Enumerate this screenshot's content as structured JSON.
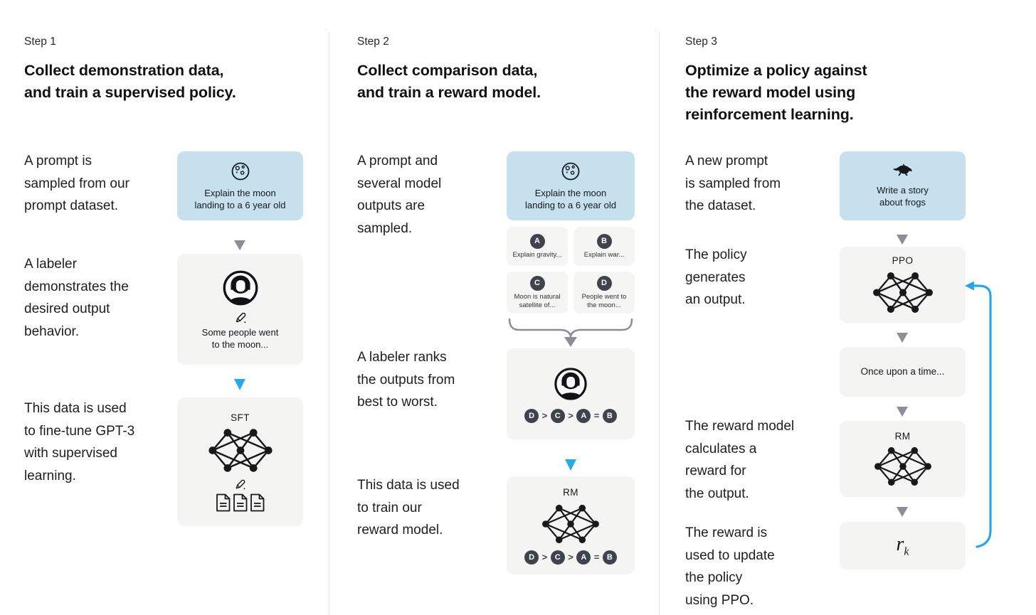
{
  "colors": {
    "prompt_box": "#c6e1ed",
    "model_box": "#f4f4f2",
    "badge": "#3f434d",
    "arrow_gray": "#8d8d9a",
    "arrow_blue": "#29a9ec",
    "loop_arrow": "#2aa5ee"
  },
  "steps": [
    {
      "label": "Step 1",
      "title": "Collect demonstration data,\nand train a supervised policy.",
      "caption_prompt": "A prompt is\nsampled from our\nprompt dataset.",
      "caption_labeler": "A labeler\ndemonstrates the\ndesired output\nbehavior.",
      "caption_data": "This data is used\nto fine-tune GPT-3\nwith supervised\nlearning.",
      "prompt_box": {
        "icon": "moon-icon",
        "text": "Explain the moon\nlanding to a 6 year old"
      },
      "labeler_box": {
        "icon": "labeler-icon",
        "pencil": "pencil-icon",
        "text": "Some people went\nto the moon..."
      },
      "model_box": {
        "label": "SFT",
        "icon": "neural-network-icon",
        "docs": "documents-icon"
      }
    },
    {
      "label": "Step 2",
      "title": "Collect comparison data,\nand train a reward model.",
      "caption_prompt": "A prompt and\nseveral model\noutputs are\nsampled.",
      "caption_labeler": "A labeler ranks\nthe outputs from\nbest to worst.",
      "caption_data": "This data is used\nto train our\nreward model.",
      "prompt_box": {
        "icon": "moon-icon",
        "text": "Explain the moon\nlanding to a 6 year old"
      },
      "outputs": [
        {
          "letter": "A",
          "text": "Explain gravity..."
        },
        {
          "letter": "B",
          "text": "Explain war..."
        },
        {
          "letter": "C",
          "text": "Moon is natural\nsatellite of..."
        },
        {
          "letter": "D",
          "text": "People went to\nthe moon..."
        }
      ],
      "ranking": {
        "items": [
          "D",
          ">",
          "C",
          ">",
          "A",
          "=",
          "B"
        ]
      },
      "model_box": {
        "label": "RM",
        "icon": "neural-network-icon"
      }
    },
    {
      "label": "Step 3",
      "title": "Optimize a policy against\nthe reward model using\nreinforcement learning.",
      "caption_prompt": "A new prompt\nis sampled from\nthe dataset.",
      "caption_policy": "The policy\ngenerates\nan output.",
      "caption_reward": "The reward model\ncalculates a\nreward for\nthe output.",
      "caption_update": "The reward is\nused to update\nthe policy\nusing PPO.",
      "prompt_box": {
        "icon": "frog-icon",
        "text": "Write a story\nabout frogs"
      },
      "ppo_box": {
        "label": "PPO",
        "icon": "neural-network-icon"
      },
      "output_box": {
        "text": "Once upon a time..."
      },
      "rm_box": {
        "label": "RM",
        "icon": "neural-network-icon"
      },
      "reward_box": {
        "base": "r",
        "sub": "k"
      }
    }
  ]
}
